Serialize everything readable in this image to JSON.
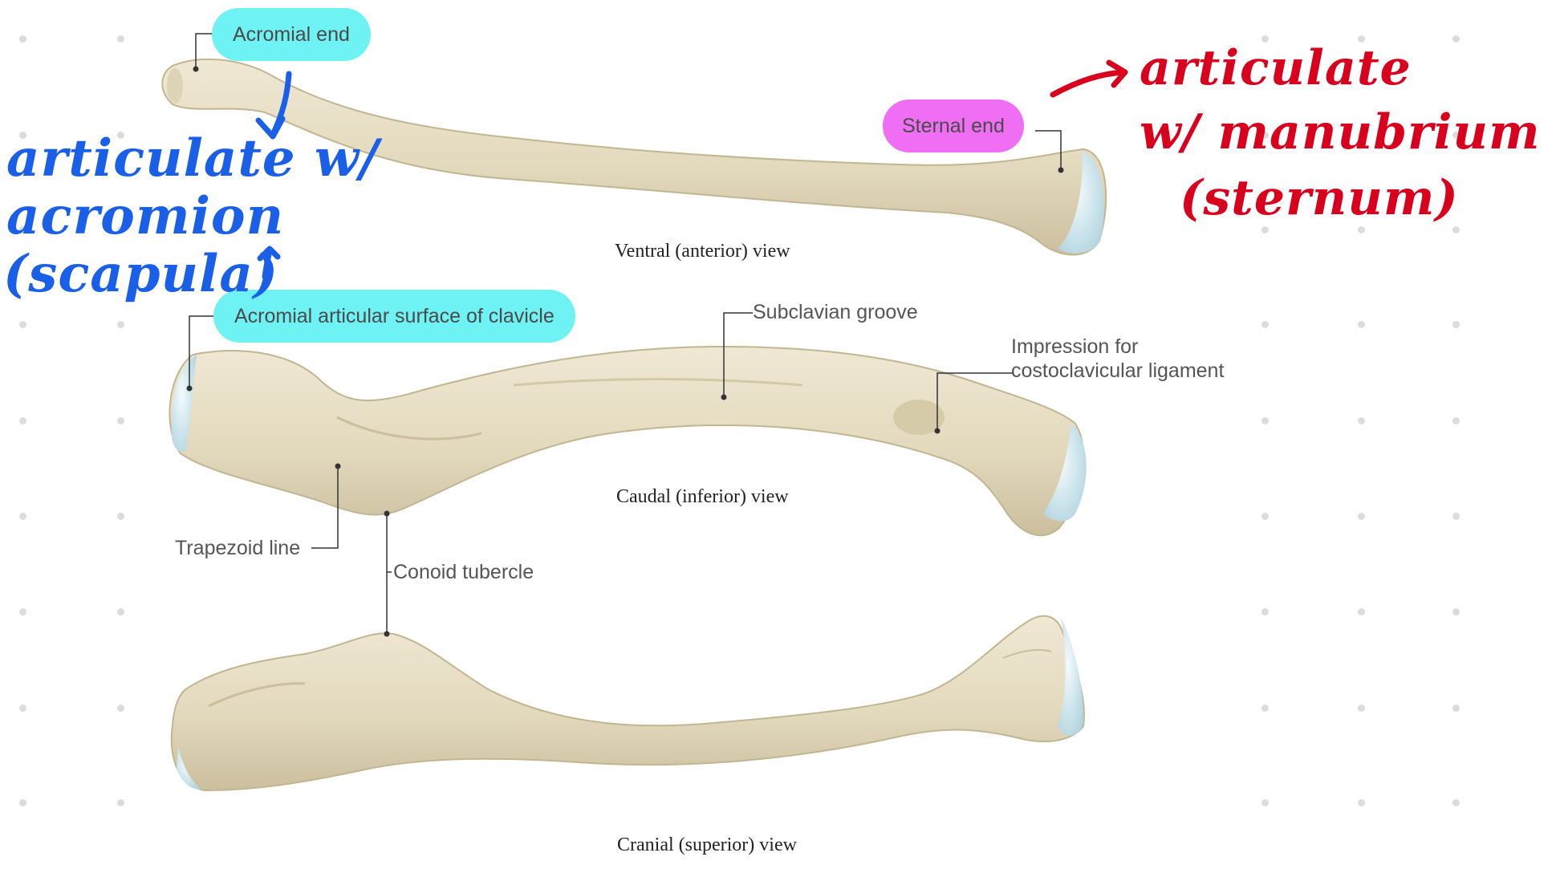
{
  "labels": {
    "acromial_end": "Acromial end",
    "sternal_end": "Sternal end",
    "acromial_articular_surface": "Acromial articular surface of clavicle",
    "subclavian_groove": "Subclavian groove",
    "impression_line1": "Impression for",
    "impression_line2": "costoclavicular ligament",
    "trapezoid_line": "Trapezoid line",
    "conoid_tubercle": "Conoid tubercle"
  },
  "captions": {
    "ventral": "Ventral (anterior) view",
    "caudal": "Caudal (inferior) view",
    "cranial": "Cranial (superior) view"
  },
  "annotations": {
    "blue": {
      "line1": "articulate w/",
      "line2": "acromion",
      "line3": "(scapula)"
    },
    "red": {
      "line1": "articulate",
      "line2": "w/ manubrium",
      "line3": "(sternum)"
    }
  },
  "colors": {
    "bone": "#e8dfc6",
    "bone_shadow": "#cfc3a2",
    "cartilage": "#c9e3ec",
    "highlight_cyan": "#6ef2f4",
    "highlight_pink": "#f06ef3",
    "ink_blue": "#1a5fe8",
    "ink_red": "#d8001c"
  }
}
